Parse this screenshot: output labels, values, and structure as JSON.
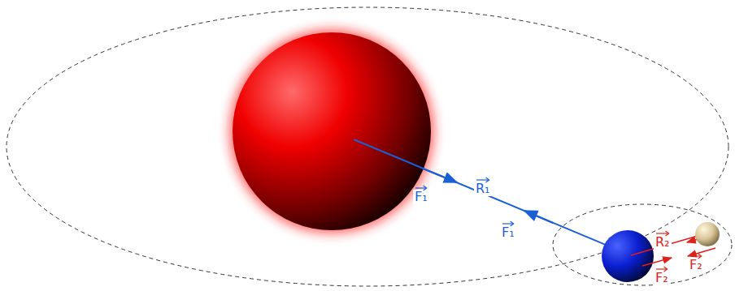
{
  "diagram": {
    "labels": [
      "F₁",
      "R₁",
      "F₁",
      "R₂",
      "F₂",
      "F₂"
    ]
  }
}
